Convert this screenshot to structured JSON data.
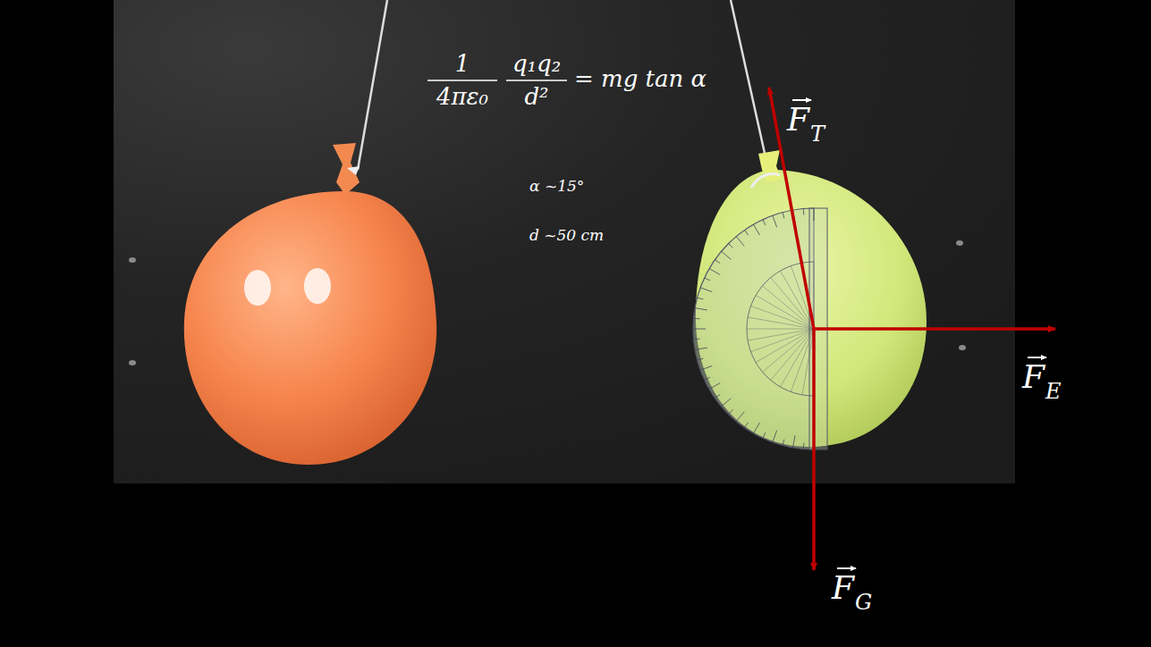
{
  "diagram": {
    "labels": [
      "1",
      "4πε₀",
      "q₁q₂",
      "d²",
      "= mg tan α",
      "α ~15°",
      "d ~50 cm",
      "F",
      "T",
      "F",
      "E",
      "F",
      "G"
    ]
  }
}
